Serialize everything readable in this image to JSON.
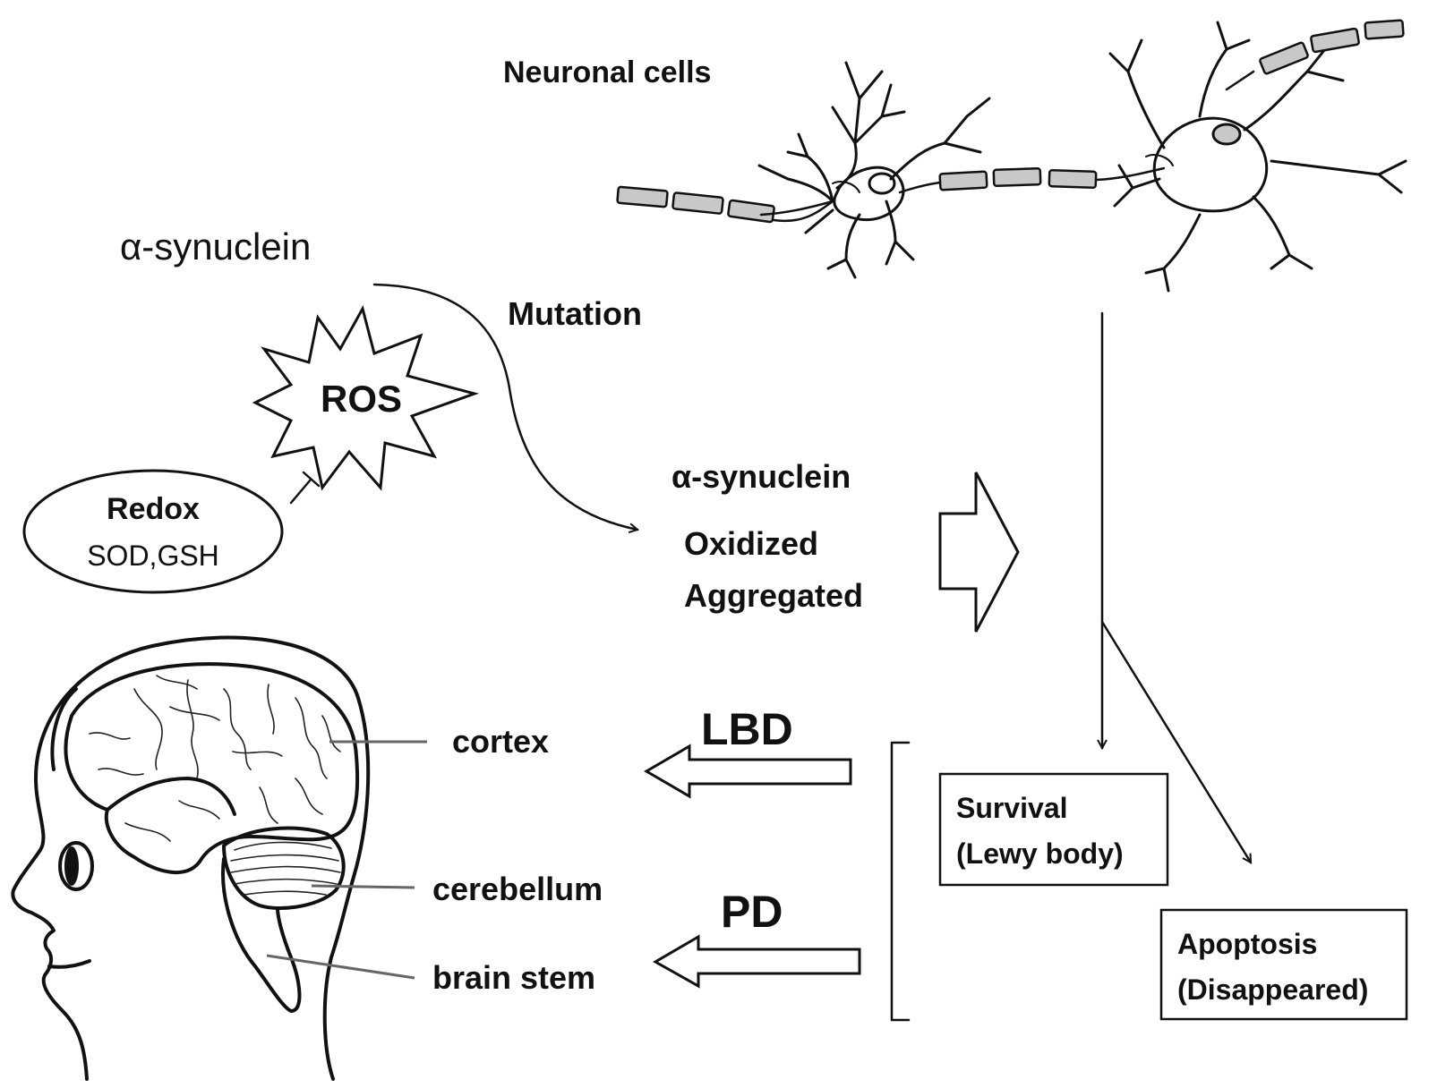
{
  "labels": {
    "neuronal_cells": "Neuronal cells",
    "asyn_top": "α-synuclein",
    "mutation": "Mutation",
    "ros": "ROS",
    "redox": "Redox",
    "redox_sub": "SOD,GSH",
    "asyn_mid": "α-synuclein",
    "oxidized": "Oxidized",
    "aggregated": "Aggregated",
    "lbd": "LBD",
    "pd": "PD",
    "cortex": "cortex",
    "cerebellum": "cerebellum",
    "brain_stem": "brain stem",
    "survival_1": "Survival",
    "survival_2": "(Lewy body)",
    "apoptosis_1": "Apoptosis",
    "apoptosis_2": "(Disappeared)"
  }
}
